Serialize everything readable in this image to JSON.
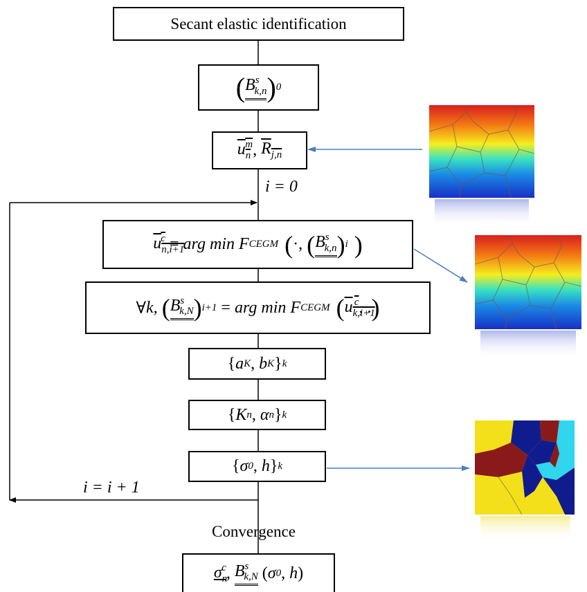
{
  "boxes": {
    "b1": "Secant elastic identification",
    "b6": "{a_K, b_K}_k",
    "b7": "{K_n, α_n}_k",
    "b8": "{σ_0, h}_k"
  },
  "math": {
    "b2": "(B^s_{k,n})_0",
    "b3": "u^m_n, R_{j,n}",
    "b4": "u^c_{n,i+1} = arg min F_CEGM(·, (B^s_{k,n})_i)",
    "b5": "∀k, (B^s_{k,N})_{i+1} = arg min F_CEGM(u^c_{k,i+1}, .)",
    "b9": "σ^c_n, B^s_{k,N} (σ_0, h)"
  },
  "labels": {
    "i_init": "i = 0",
    "i_incr": "i = i + 1",
    "convergence": "Convergence"
  },
  "colors": {
    "line": "#000000",
    "arrow_blue": "#4a7fc1",
    "field_red": "#e8251f",
    "field_blue": "#1832c8",
    "grain_yellow": "#f3e01a",
    "grain_darkred": "#8a1a1a",
    "grain_navy": "#101c8e",
    "grain_cyan": "#2fd6ee"
  }
}
